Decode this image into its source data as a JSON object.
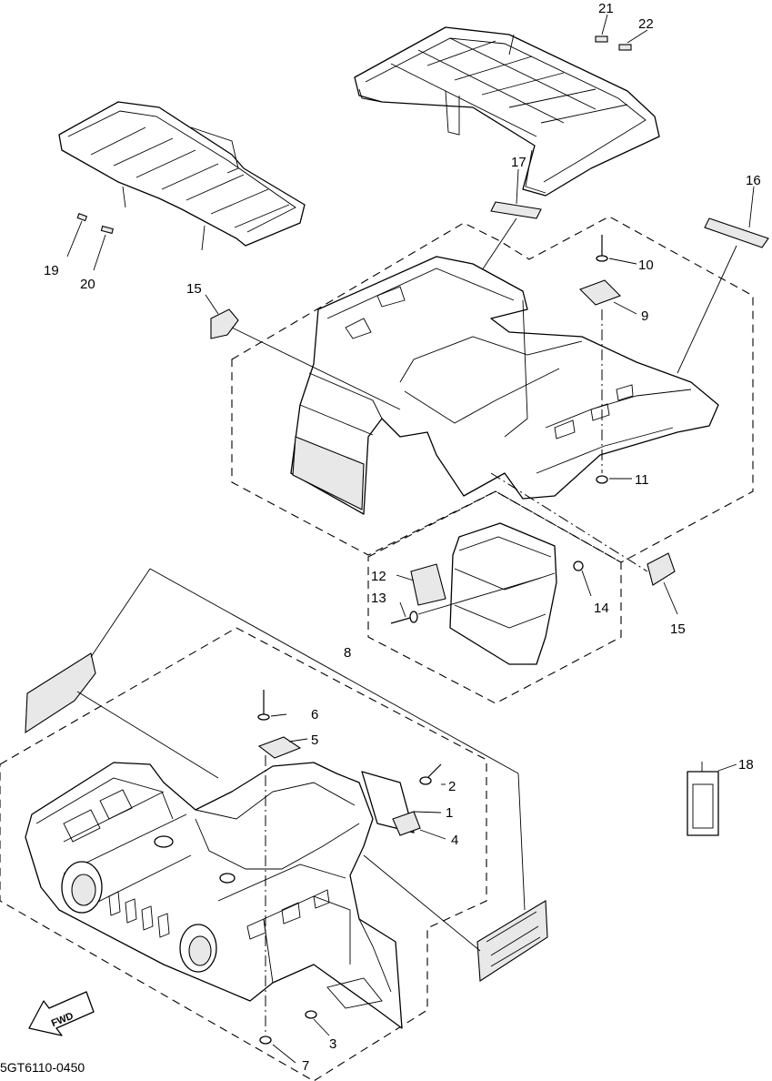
{
  "diagram": {
    "drawing_code": "5GT6110-0450",
    "direction_label": "FWD",
    "callouts": {
      "c1": "1",
      "c2": "2",
      "c3": "3",
      "c4": "4",
      "c5": "5",
      "c6": "6",
      "c7": "7",
      "c8": "8",
      "c9": "9",
      "c10": "10",
      "c11": "11",
      "c12": "12",
      "c13": "13",
      "c14": "14",
      "c15a": "15",
      "c15b": "15",
      "c16": "16",
      "c17": "17",
      "c18": "18",
      "c19": "19",
      "c20": "20",
      "c21": "21",
      "c22": "22"
    }
  }
}
